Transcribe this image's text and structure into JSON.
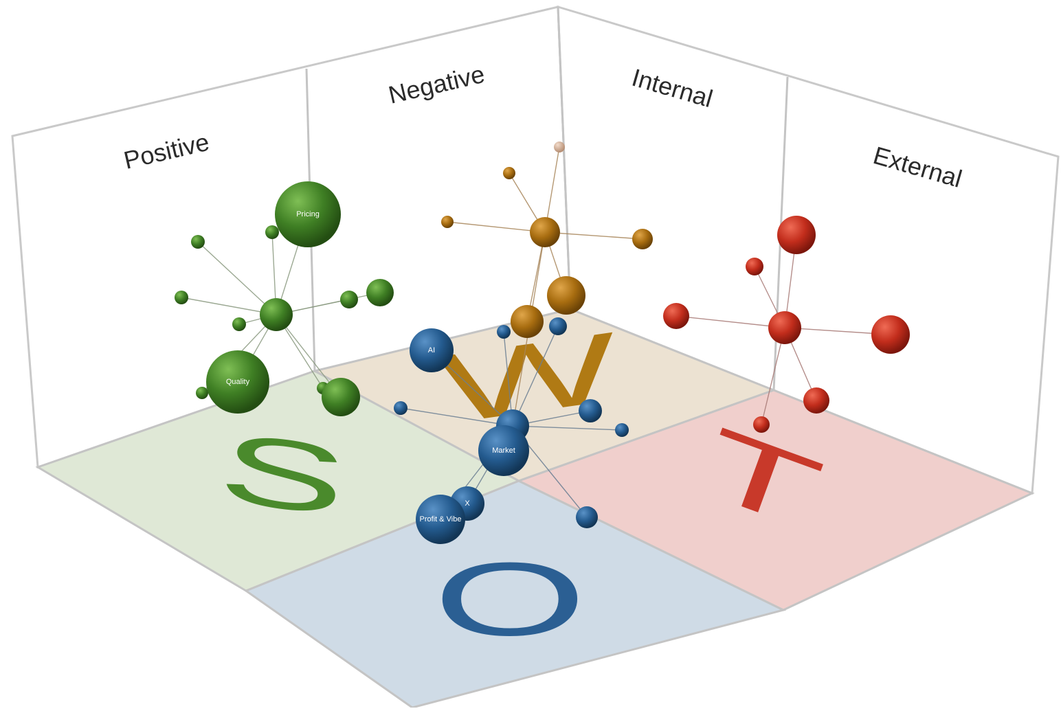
{
  "walls": {
    "positive": "Positive",
    "negative": "Negative",
    "internal": "Internal",
    "external": "External"
  },
  "quadrants": {
    "s": {
      "letter": "S",
      "color": "#4a8a2c",
      "floor": "#dfe8d6"
    },
    "w": {
      "letter": "W",
      "color": "#b07a14",
      "floor": "#ece2d2"
    },
    "o": {
      "letter": "O",
      "color": "#2b5f93",
      "floor": "#cfdbe6"
    },
    "t": {
      "letter": "T",
      "color": "#c8392a",
      "floor": "#f0cfcc"
    }
  },
  "node_labels": {
    "pricing": "Pricing",
    "quality": "Quality",
    "ai": "AI",
    "market": "Market",
    "profit": "Profit & Vibe",
    "x": "X"
  }
}
